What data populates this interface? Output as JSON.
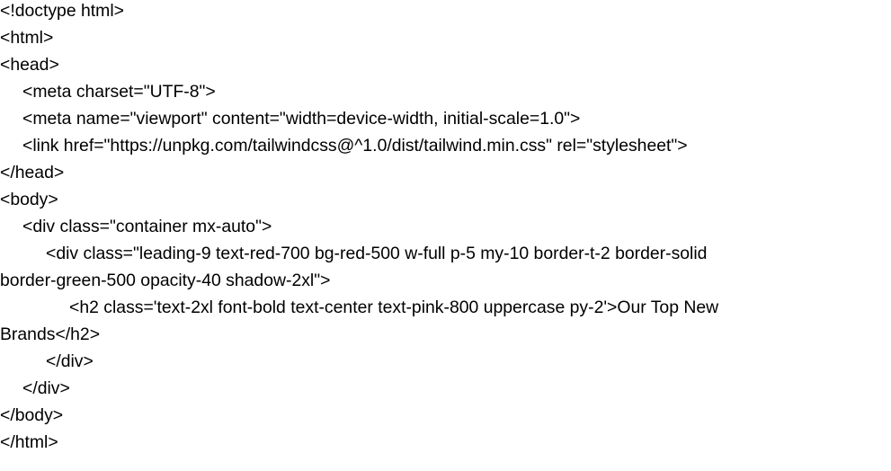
{
  "document": {
    "lines": [
      "<!doctype html>",
      "<html>",
      "<head>",
      "<meta charset=\"UTF-8\">",
      "<meta name=\"viewport\" content=\"width=device-width, initial-scale=1.0\">",
      "<link href=\"https://unpkg.com/tailwindcss@^1.0/dist/tailwind.min.css\" rel=\"stylesheet\">",
      "</head>",
      "<body>",
      "<div class=\"container mx-auto\">",
      "<div class=\"leading-9 text-red-700 bg-red-500 w-full p-5 my-10 border-t-2 border-solid",
      "border-green-500 opacity-40 shadow-2xl\">",
      "<h2 class='text-2xl font-bold text-center text-pink-800 uppercase py-2'>Our Top New",
      "Brands</h2>",
      "</div>",
      "</div>",
      "</body>",
      "</html>"
    ]
  }
}
